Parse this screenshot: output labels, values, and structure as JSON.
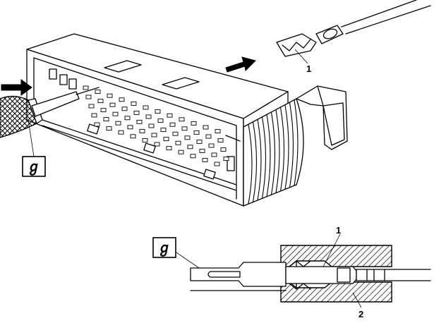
{
  "callouts": {
    "top_terminal": "1",
    "bottom_terminal": "1",
    "bottom_housing": "2"
  },
  "tool_symbols": {
    "top": "ℊ",
    "bottom": "ℊ"
  },
  "symbol_names": [
    "tool-symbol-icon",
    "push-arrow-icon"
  ]
}
